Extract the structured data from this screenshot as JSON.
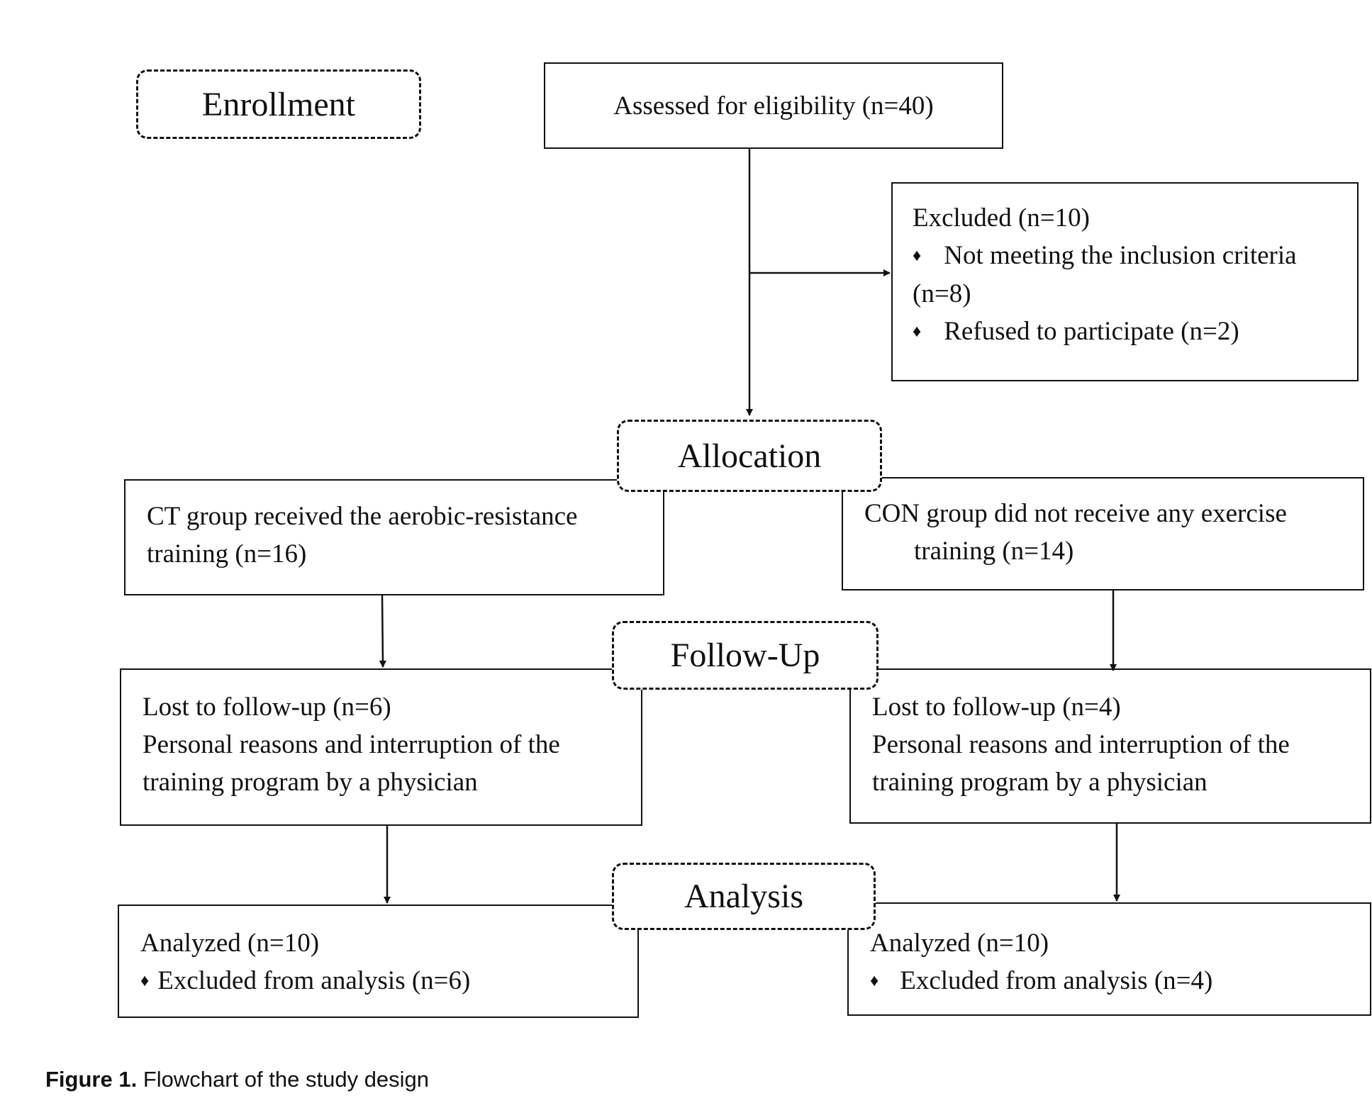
{
  "stages": {
    "enrollment": "Enrollment",
    "allocation": "Allocation",
    "followup": "Follow-Up",
    "analysis": "Analysis"
  },
  "bullet_icon": "diamond-bullet",
  "bullet_glyph": "♦",
  "boxes": {
    "assessed": "Assessed for eligibility (n=40)",
    "excluded": {
      "title": "Excluded (n=10)",
      "item1_line1": "Not meeting the inclusion criteria",
      "item1_line2": "(n=8)",
      "item2": "Refused to participate (n=2)"
    },
    "ct_group": {
      "line1": "CT group received the aerobic-resistance",
      "line2": "training (n=16)"
    },
    "con_group": {
      "line1": "CON group did not receive any exercise",
      "line2": "training (n=14)"
    },
    "ct_followup": {
      "line1": "Lost to follow-up (n=6)",
      "line2": "Personal reasons and interruption of the",
      "line3": "training program by a physician"
    },
    "con_followup": {
      "line1": "Lost to follow-up (n=4)",
      "line2": "Personal reasons and interruption of the",
      "line3": "training program by a physician"
    },
    "ct_analysis": {
      "title": "Analyzed (n=10)",
      "item": "Excluded from analysis (n=6)"
    },
    "con_analysis": {
      "title": "Analyzed (n=10)",
      "item": "Excluded from analysis (n=4)"
    }
  },
  "caption": {
    "label": "Figure 1.",
    "text": "Flowchart of the study design"
  }
}
